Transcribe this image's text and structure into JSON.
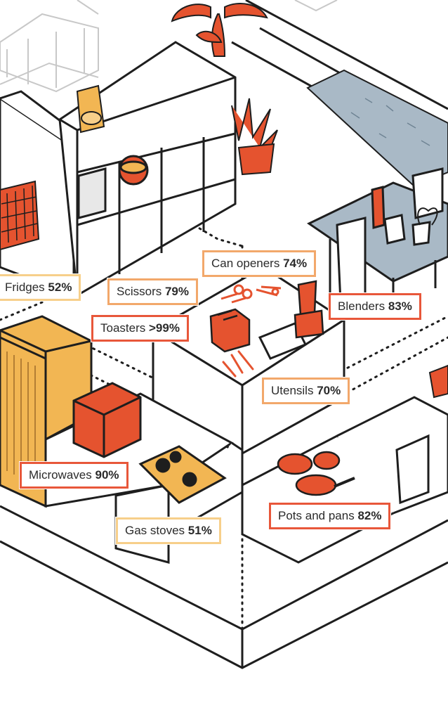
{
  "colors": {
    "accent_red": "#e5532f",
    "accent_yellow": "#f2b653",
    "label_border_red": "#e8573a",
    "label_border_orange": "#f2a86b",
    "label_border_yellow": "#f7cf8a",
    "ink": "#1e1e1e",
    "slate": "#a9b9c6"
  },
  "labels": {
    "fridges": {
      "name": "Fridges",
      "pct": "52%",
      "icon": "fridge-icon"
    },
    "can_openers": {
      "name": "Can openers",
      "pct": "74%",
      "icon": "can-opener-icon"
    },
    "scissors": {
      "name": "Scissors",
      "pct": "79%",
      "icon": "scissors-icon"
    },
    "blenders": {
      "name": "Blenders",
      "pct": "83%",
      "icon": "blender-icon"
    },
    "toasters": {
      "name": "Toasters",
      "pct": ">99%",
      "icon": "toaster-icon"
    },
    "utensils": {
      "name": "Utensils",
      "pct": "70%",
      "icon": "utensils-icon"
    },
    "microwaves": {
      "name": "Microwaves",
      "pct": "90%",
      "icon": "microwave-icon"
    },
    "gas_stoves": {
      "name": "Gas stoves",
      "pct": "51%",
      "icon": "gas-stove-icon"
    },
    "pots_and_pans": {
      "name": "Pots and pans",
      "pct": "82%",
      "icon": "pot-icon"
    }
  }
}
